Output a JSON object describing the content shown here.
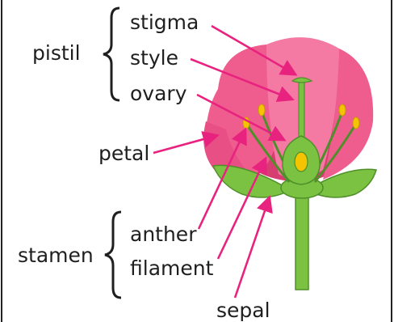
{
  "labels": {
    "pistil": "pistil",
    "stigma": "stigma",
    "style": "style",
    "ovary": "ovary",
    "petal": "petal",
    "stamen": "stamen",
    "anther": "anther",
    "filament": "filament",
    "sepal": "sepal"
  },
  "colors": {
    "arrow": "#e8237f",
    "petal": "#ef5d8e",
    "petal_light": "#f47aa3",
    "petal_dark": "#d63e72",
    "green": "#7cc242",
    "green_dark": "#4f8f2a",
    "anther": "#f5c400",
    "text": "#1f1f1f"
  }
}
